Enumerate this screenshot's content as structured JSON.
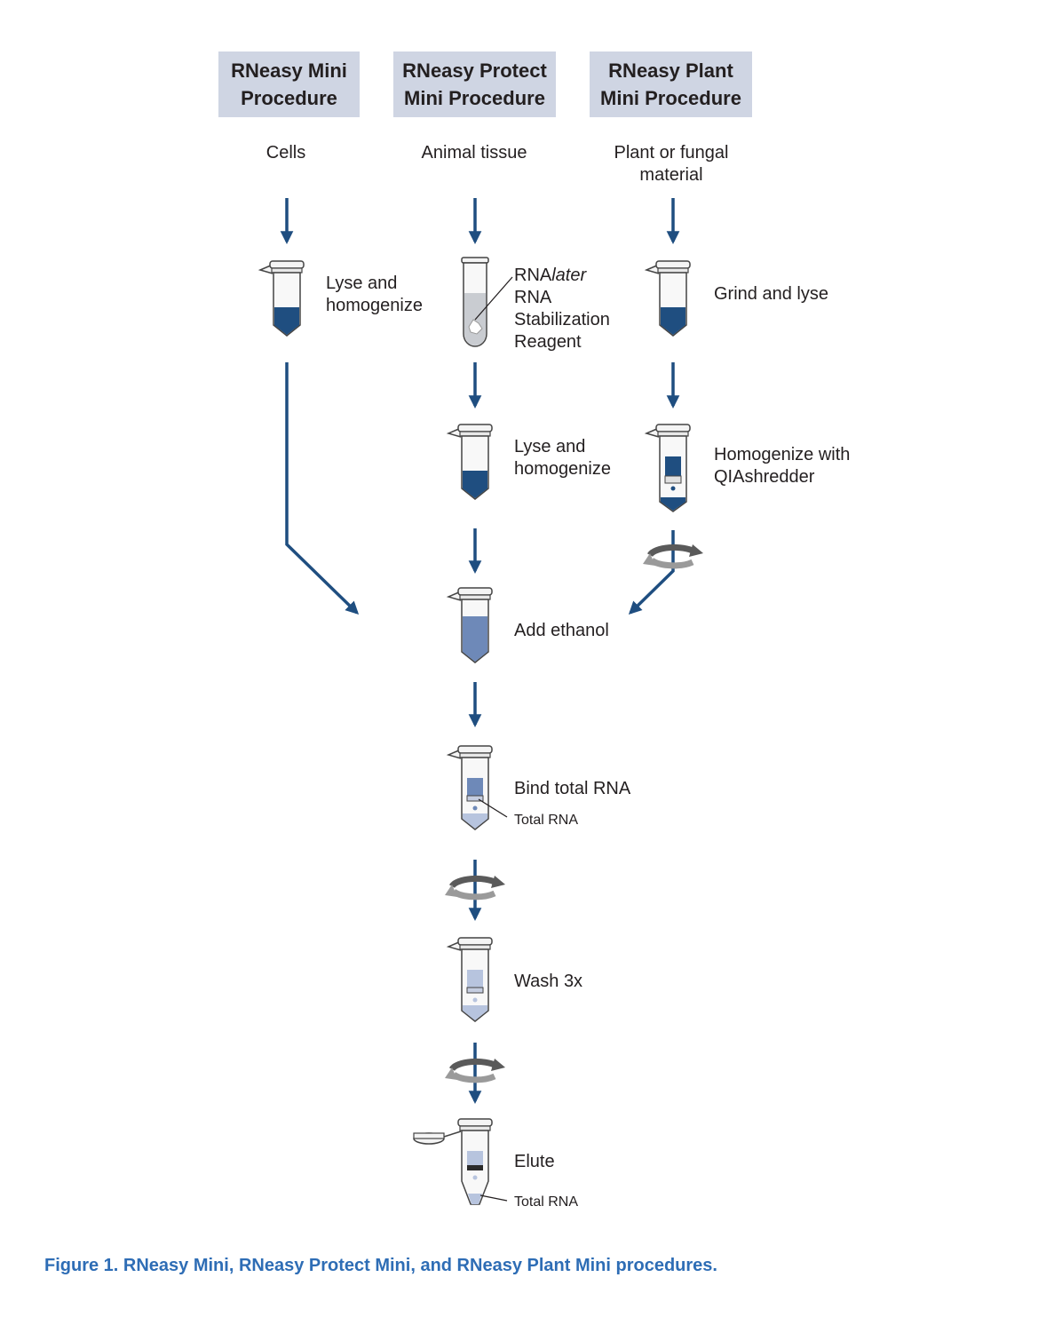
{
  "headers": {
    "mini": "RNeasy Mini\nProcedure",
    "protect": "RNeasy Protect\nMini Procedure",
    "plant": "RNeasy Plant\nMini Procedure"
  },
  "sources": {
    "mini": "Cells",
    "protect": "Animal tissue",
    "plant": "Plant or fungal\nmaterial"
  },
  "steps": {
    "mini_lyse": "Lyse and\nhomogenize",
    "rnalater_prefix": "RNA",
    "rnalater_italic": "later",
    "rnalater_rest": "RNA\nStabilization\nReagent",
    "protect_lyse": "Lyse and\nhomogenize",
    "plant_grind": "Grind and lyse",
    "plant_homogenize": "Homogenize with\nQIAshredder",
    "add_ethanol": "Add ethanol",
    "bind": "Bind total RNA",
    "bind_note": "Total RNA",
    "wash": "Wash 3x",
    "elute": "Elute",
    "elute_note": "Total RNA"
  },
  "caption": "Figure 1. RNeasy Mini, RNeasy Protect Mini, and RNeasy Plant Mini procedures.",
  "colors": {
    "arrow": "#1f4e80",
    "liquid": "#1f4e80",
    "liquid_light": "#6e89b8",
    "header_bg": "#cfd5e3",
    "caption": "#2e6db5",
    "spin": "#5a5a5a"
  }
}
